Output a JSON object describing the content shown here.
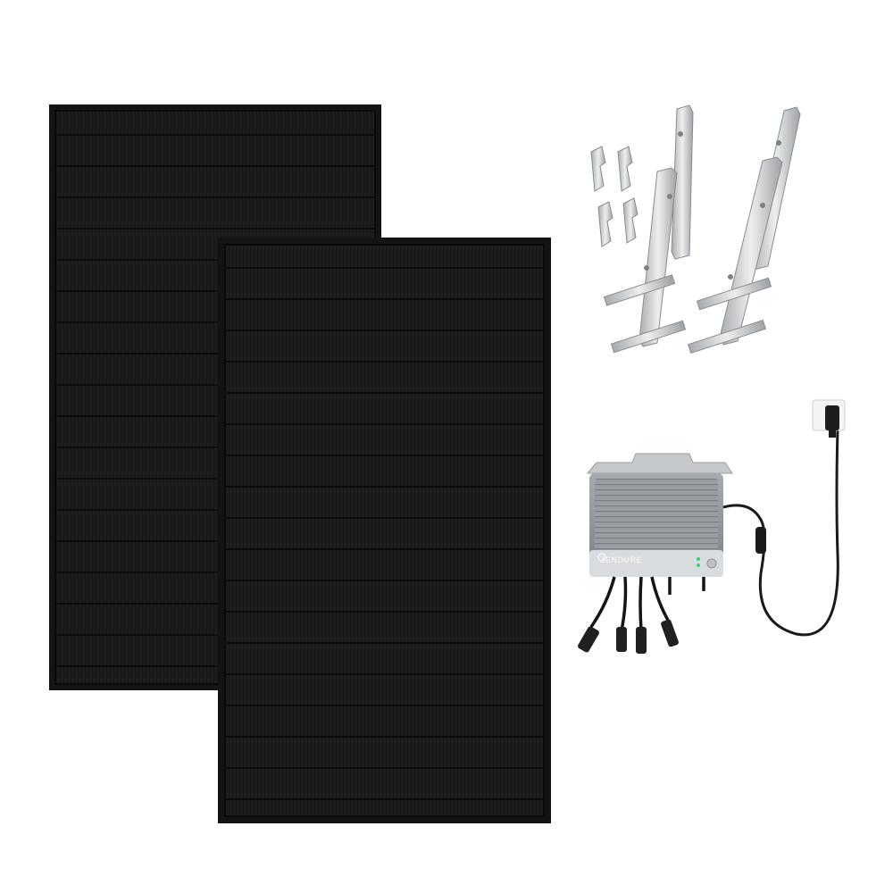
{
  "scene": {
    "background": "#ffffff",
    "items": [
      {
        "name": "solar-panel",
        "count": 2,
        "color": "#161616"
      },
      {
        "name": "mounting-bracket-set",
        "color": "#c9cbcc"
      },
      {
        "name": "micro-inverter",
        "color": "#8d9196"
      },
      {
        "name": "ac-plug-cable",
        "color": "#1b1b1b"
      }
    ]
  },
  "inverter": {
    "brand_logo_text": "ZENDURE"
  }
}
